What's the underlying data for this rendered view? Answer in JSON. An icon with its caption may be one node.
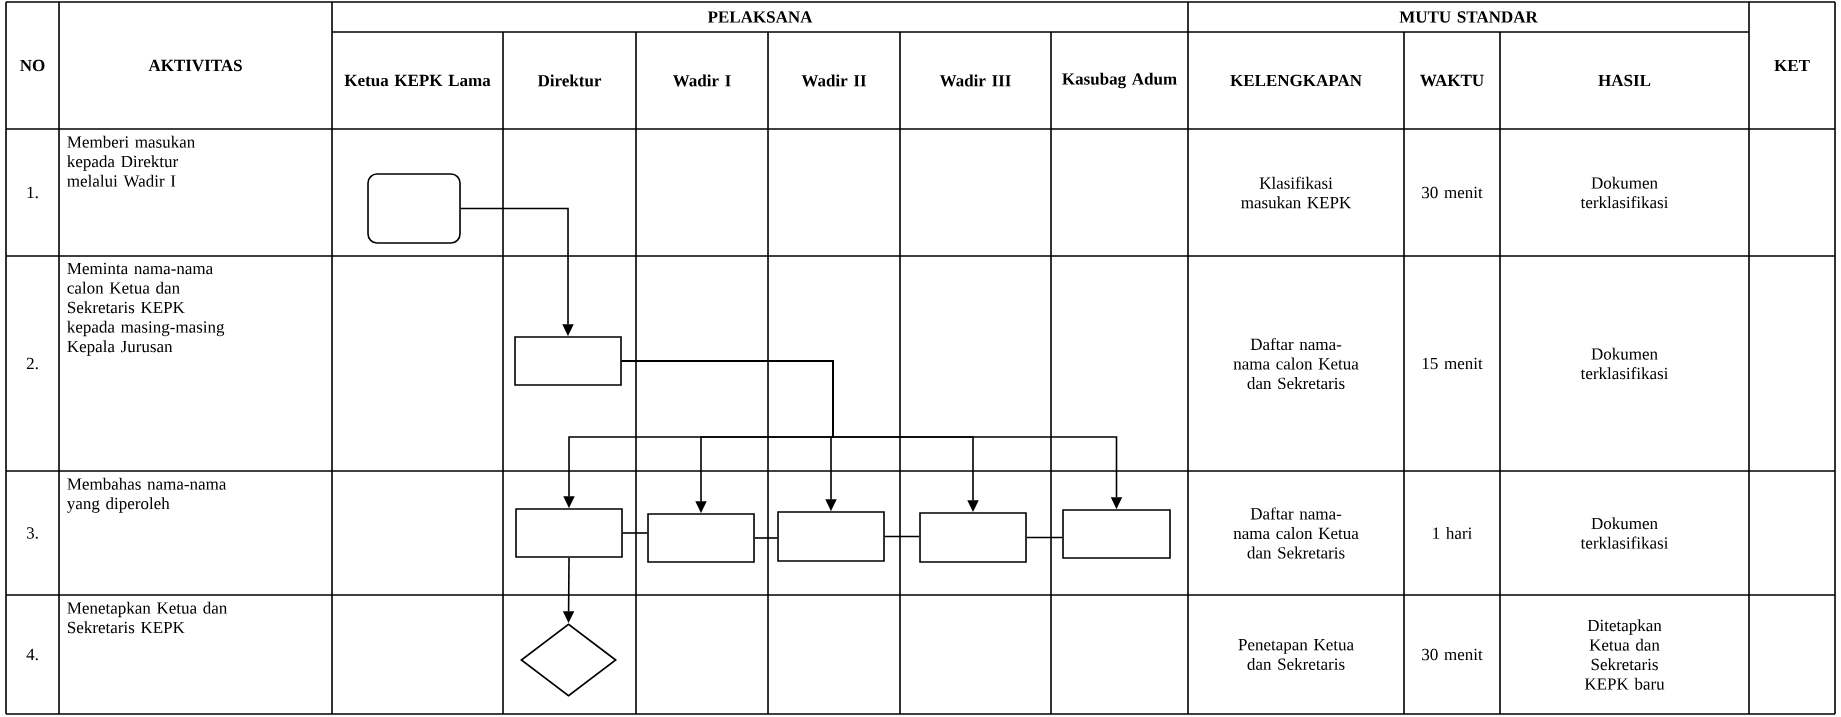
{
  "diagram": {
    "nodes": [
      {
        "text": [],
        "shape": "box"
      },
      {
        "text": [],
        "shape": "box"
      },
      {
        "text": [],
        "shape": "box"
      },
      {
        "text": [],
        "shape": "box"
      },
      {
        "text": [],
        "shape": "box"
      },
      {
        "text": [],
        "shape": "box"
      },
      {
        "text": [],
        "shape": "box"
      },
      {
        "text": [],
        "shape": "diamond"
      }
    ],
    "edges": [
      {
        "from": 0,
        "to": 1,
        "arrow": "to"
      },
      {
        "from": 1,
        "to": 2,
        "arrow": "to"
      },
      {
        "from": 1,
        "to": 3,
        "arrow": "to"
      },
      {
        "from": 1,
        "to": 4,
        "arrow": "to"
      },
      {
        "from": 1,
        "to": 5,
        "arrow": "to"
      },
      {
        "from": 1,
        "to": 6,
        "arrow": "to"
      },
      {
        "from": 2,
        "to": 3,
        "arrow": "none"
      },
      {
        "from": 3,
        "to": 4,
        "arrow": "none"
      },
      {
        "from": 4,
        "to": 5,
        "arrow": "none"
      },
      {
        "from": 5,
        "to": 6,
        "arrow": "none"
      },
      {
        "from": 2,
        "to": 7,
        "arrow": "to"
      }
    ],
    "labels": [
      "NO",
      "AKTIVITAS",
      "PELAKSANA",
      "MUTU STANDAR",
      "KET",
      "Ketua KEPK Lama",
      "Direktur",
      "Wadir I",
      "Wadir II",
      "Wadir III",
      "Kasubag Adum",
      "KELENGKAPAN",
      "WAKTU",
      "HASIL",
      "1.",
      "Memberi masukan kepada Direktur melalui Wadir I",
      "Klasifikasi masukan KEPK",
      "30 menit",
      "Dokumen terklasifikasi",
      "2.",
      "Meminta nama-nama calon Ketua dan Sekretaris KEPK kepada masing-masing Kepala Jurusan",
      "Daftar nama-nama calon Ketua dan Sekretaris",
      "15 menit",
      "Dokumen terklasifikasi",
      "3.",
      "Membahas nama-nama yang diperoleh",
      "Daftar nama-nama calon Ketua dan Sekretaris",
      "1 hari",
      "Dokumen terklasifikasi",
      "4.",
      "Menetapkan Ketua dan Sekretaris KEPK",
      "Penetapan Ketua dan Sekretaris",
      "30 menit",
      "Ditetapkan Ketua dan Sekretaris KEPK baru"
    ]
  }
}
